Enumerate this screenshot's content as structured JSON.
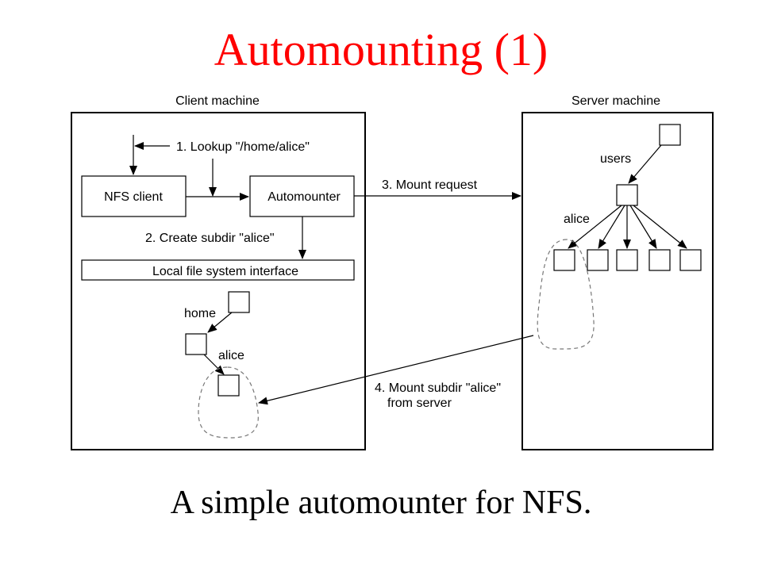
{
  "slide": {
    "title": "Automounting (1)",
    "caption": "A simple automounter for NFS.",
    "title_color": "#ff0000"
  },
  "diagram": {
    "client_label": "Client machine",
    "server_label": "Server machine",
    "nfs_client": "NFS client",
    "automounter": "Automounter",
    "local_fs": "Local file system interface",
    "step1": "1. Lookup \"/home/alice\"",
    "step2": "2. Create subdir \"alice\"",
    "step3": "3. Mount request",
    "step4_line1": "4. Mount subdir \"alice\"",
    "step4_line2": "from server",
    "client_home": "home",
    "client_alice": "alice",
    "server_users": "users",
    "server_alice": "alice"
  }
}
